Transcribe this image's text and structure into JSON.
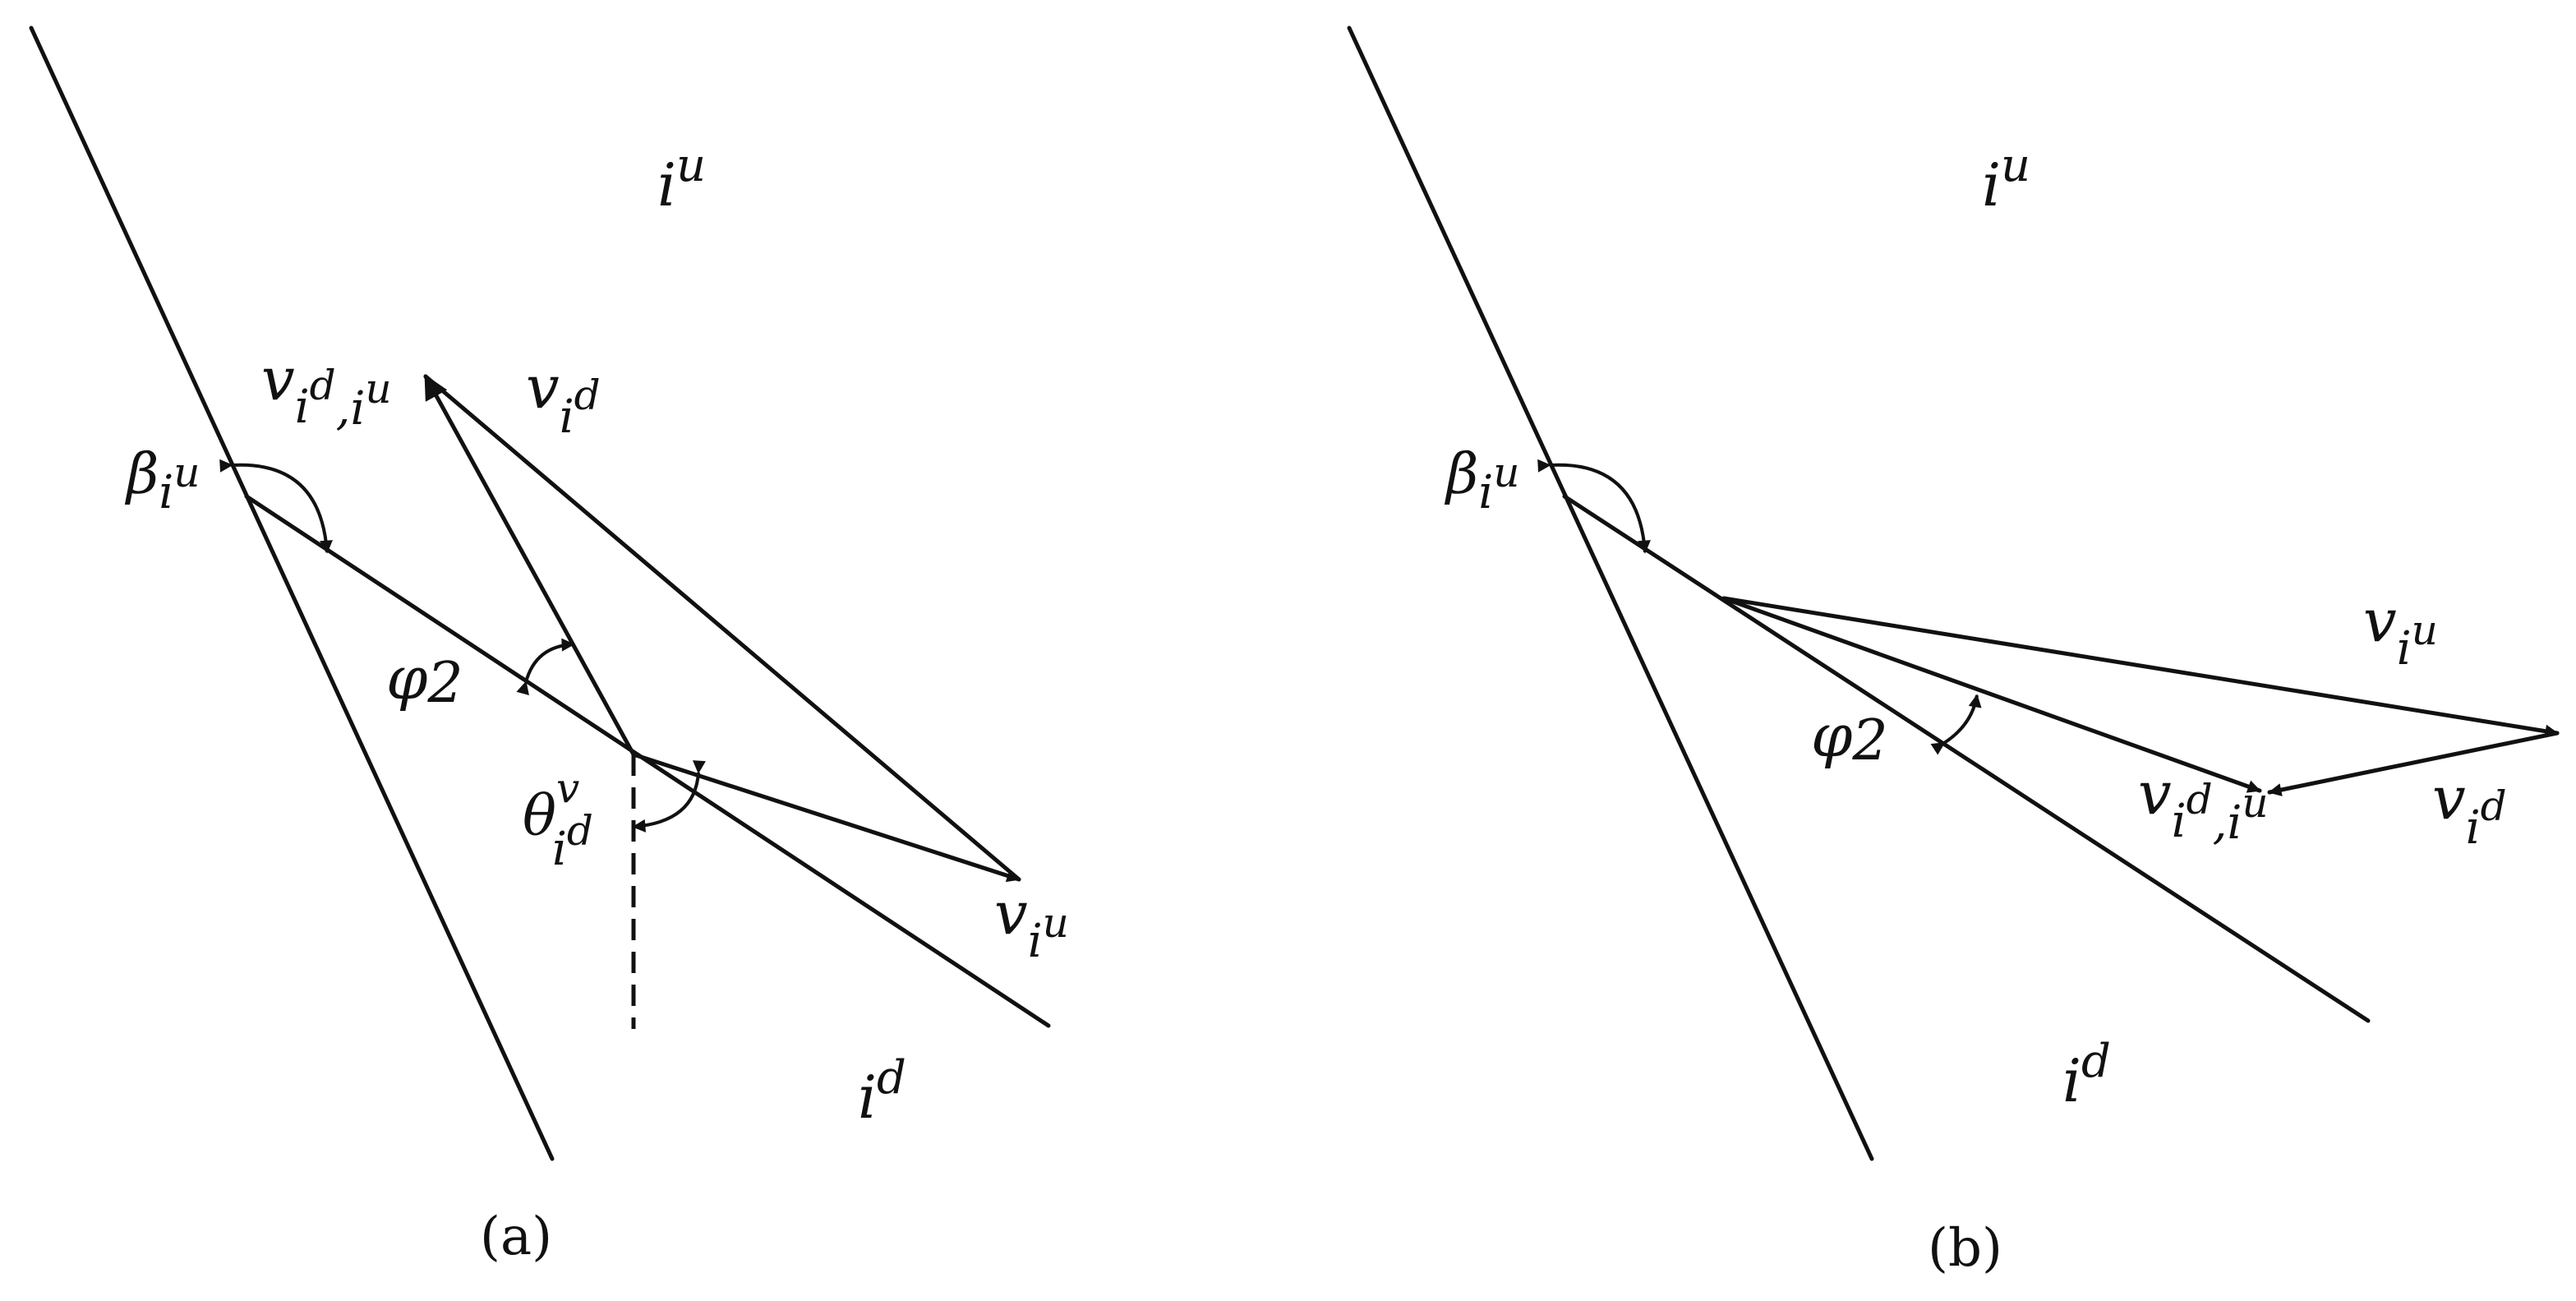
{
  "panels": [
    {
      "id": "a",
      "caption": "(a)",
      "labels": {
        "region_upper": "i",
        "region_upper_sup": "u",
        "region_lower": "i",
        "region_lower_sup": "d",
        "beta": "β",
        "beta_sub_base": "i",
        "beta_sub_sup": "u",
        "phi": "φ",
        "phi_sub": "2",
        "theta": "θ",
        "theta_sup": "v",
        "theta_sub_base": "i",
        "theta_sub_sup": "d",
        "v_rel": "v",
        "v_rel_sub_a": "i",
        "v_rel_sub_a_sup": "d",
        "v_rel_sub_sep": ",",
        "v_rel_sub_b": "i",
        "v_rel_sub_b_sup": "u",
        "v_d": "v",
        "v_d_sub": "i",
        "v_d_sub_sup": "d",
        "v_u": "v",
        "v_u_sub": "i",
        "v_u_sub_sup": "u"
      }
    },
    {
      "id": "b",
      "caption": "(b)",
      "labels": {
        "region_upper": "i",
        "region_upper_sup": "u",
        "region_lower": "i",
        "region_lower_sup": "d",
        "beta": "β",
        "beta_sub_base": "i",
        "beta_sub_sup": "u",
        "phi": "φ",
        "phi_sub": "2",
        "v_u": "v",
        "v_u_sub": "i",
        "v_u_sub_sup": "u",
        "v_rel": "v",
        "v_rel_sub_a": "i",
        "v_rel_sub_a_sup": "d",
        "v_rel_sub_sep": ",",
        "v_rel_sub_b": "i",
        "v_rel_sub_b_sup": "u",
        "v_d": "v",
        "v_d_sub": "i",
        "v_d_sub_sup": "d"
      }
    }
  ]
}
